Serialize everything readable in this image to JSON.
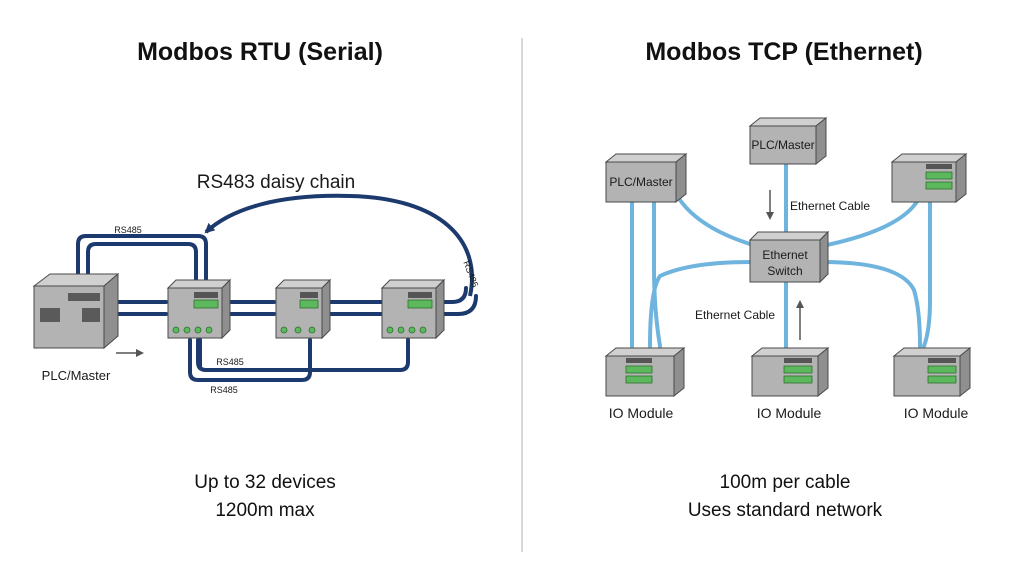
{
  "left": {
    "title": "Modbos RTU (Serial)",
    "chain_label": "RS483 daisy chain",
    "cable_label_top": "RS485",
    "cable_label_right": "RS485",
    "cable_label_bottom_inner": "RS485",
    "cable_label_bottom_outer": "RS485",
    "master_label": "PLC/Master",
    "caption_line1": "Up to 32 devices",
    "caption_line2": "1200m max"
  },
  "right": {
    "title": "Modbos TCP (Ethernet)",
    "master_top_label": "PLC/Master",
    "master_left_label": "PLC/Master",
    "switch_label_line1": "Ethernet",
    "switch_label_line2": "Switch",
    "cable_label_top": "Ethernet Cable",
    "cable_label_bottom": "Ethernet Cable",
    "io_labels": [
      "IO Module",
      "IO Module",
      "IO Module"
    ],
    "caption_line1": "100m per cable",
    "caption_line2": "Uses standard network"
  },
  "colors": {
    "serial_cable": "#1c3a6e",
    "ethernet_cable": "#6fb4de",
    "device_body": "#b3b3b3",
    "device_edge": "#4a4a4a",
    "led_green": "#5cb85c",
    "divider": "#cccccc"
  }
}
